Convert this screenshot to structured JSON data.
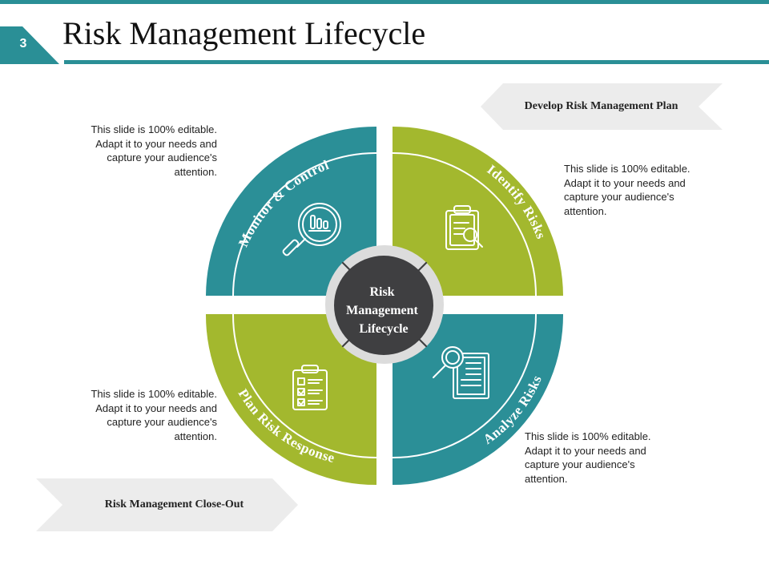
{
  "slide": {
    "number": "3",
    "title": "Risk Management Lifecycle"
  },
  "colors": {
    "teal": "#2b8f97",
    "green": "#a3b82e",
    "hub": "#3f3f41",
    "ring": "#dcdcdc",
    "accent_bar": "#2a8f96"
  },
  "center": {
    "lines": [
      "Risk",
      "Management",
      "Lifecycle"
    ]
  },
  "quadrants": [
    {
      "label": "Monitor & Control",
      "color": "teal",
      "icon": "magnifier-chart-icon"
    },
    {
      "label": "Identify Risks",
      "color": "green",
      "icon": "clipboard-search-icon"
    },
    {
      "label": "Analyze Risks",
      "color": "teal",
      "icon": "document-search-icon"
    },
    {
      "label": "Plan Risk Response",
      "color": "green",
      "icon": "checklist-icon"
    }
  ],
  "callouts": [
    "This slide is 100% editable.\nAdapt it to your needs and\ncapture your audience's\nattention.",
    "This slide is 100% editable.\nAdapt it to your needs and\ncapture your audience's\nattention.",
    "This slide is 100% editable.\nAdapt it to your needs and\ncapture your audience's\nattention.",
    "This slide is 100% editable.\nAdapt it to your needs and\ncapture your audience's\nattention."
  ],
  "banners": {
    "top": "Develop Risk Management Plan",
    "bottom": "Risk Management Close-Out"
  }
}
